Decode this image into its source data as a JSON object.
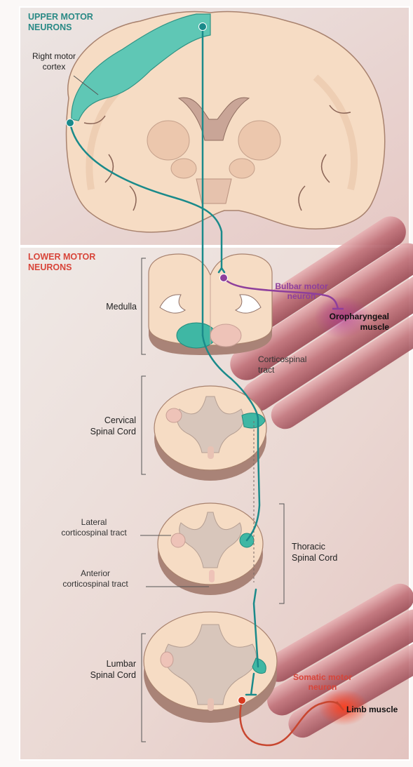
{
  "sections": {
    "upper": "UPPER MOTOR\nNEURONS",
    "lower": "LOWER MOTOR\nNEURONS"
  },
  "labels": {
    "right_motor_cortex": "Right motor\ncortex",
    "medulla": "Medulla",
    "corticospinal_tract": "Corticospinal\ntract",
    "cervical": "Cervical\nSpinal Cord",
    "lateral_tract": "Lateral\ncorticospinal tract",
    "anterior_tract": "Anterior\ncorticospinal tract",
    "thoracic": "Thoracic\nSpinal Cord",
    "lumbar": "Lumbar\nSpinal Cord",
    "bulbar_neuron": "Bulbar motor\nneuron",
    "oropharyngeal": "Oropharyngeal\nmuscle",
    "somatic_neuron": "Somatic motor\nneuron",
    "limb_muscle": "Limb muscle"
  },
  "colors": {
    "upper_neuron": "#1a8a8a",
    "upper_heading": "#2a8a86",
    "lower_heading": "#d8453a",
    "bulbar": "#8e3f9c",
    "somatic": "#c8462f",
    "cortex_fill": "#5fc7b5",
    "tissue": "#f6dcc4",
    "grey_matter": "#d8c6bb",
    "muscle": "#c97e86"
  }
}
